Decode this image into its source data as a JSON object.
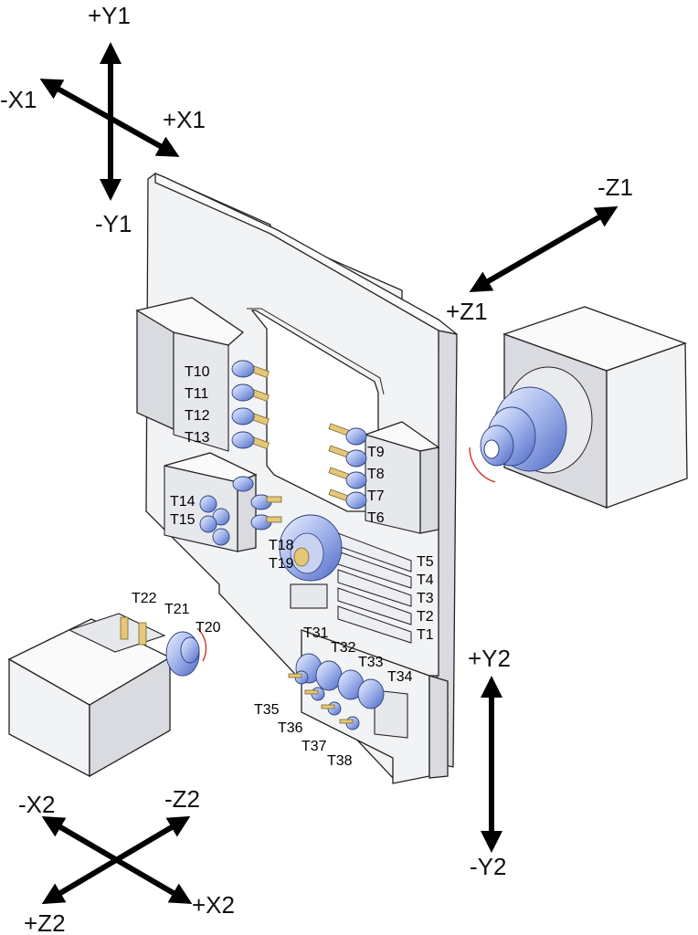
{
  "axes": {
    "y1_pos": "+Y1",
    "y1_neg": "-Y1",
    "x1_neg": "-X1",
    "x1_pos": "+X1",
    "z1_neg": "-Z1",
    "z1_pos": "+Z1",
    "y2_pos": "+Y2",
    "y2_neg": "-Y2",
    "x2_neg": "-X2",
    "z2_neg": "-Z2",
    "z2_pos": "+Z2",
    "x2_pos": "+X2"
  },
  "tools": {
    "t1": "T1",
    "t2": "T2",
    "t3": "T3",
    "t4": "T4",
    "t5": "T5",
    "t6": "T6",
    "t7": "T7",
    "t8": "T8",
    "t9": "T9",
    "t10": "T10",
    "t11": "T11",
    "t12": "T12",
    "t13": "T13",
    "t14": "T14",
    "t15": "T15",
    "t18": "T18",
    "t19": "T19",
    "t20": "T20",
    "t21": "T21",
    "t22": "T22",
    "t31": "T31",
    "t32": "T32",
    "t33": "T33",
    "t34": "T34",
    "t35": "T35",
    "t36": "T36",
    "t37": "T37",
    "t38": "T38"
  }
}
